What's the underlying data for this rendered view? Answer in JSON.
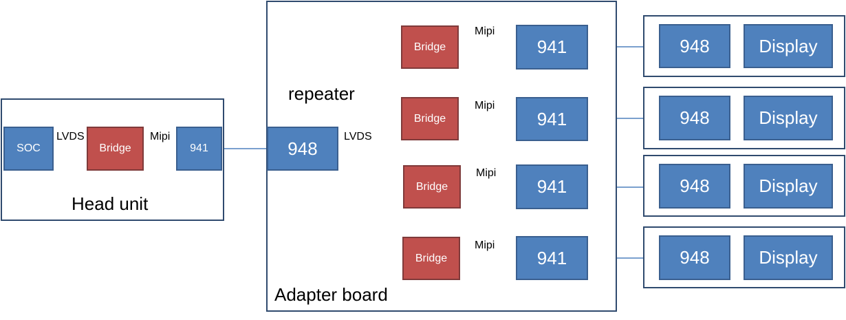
{
  "head_unit": {
    "title": "Head unit",
    "soc": "SOC",
    "link1": "LVDS",
    "bridge": "Bridge",
    "link2": "Mipi",
    "serializer": "941"
  },
  "adapter_board": {
    "title": "Adapter board",
    "repeater_label": "repeater",
    "deserializer": "948",
    "link": "LVDS",
    "channels": [
      {
        "bridge": "Bridge",
        "link": "Mipi",
        "serializer": "941"
      },
      {
        "bridge": "Bridge",
        "link": "Mipi",
        "serializer": "941"
      },
      {
        "bridge": "Bridge",
        "link": "Mipi",
        "serializer": "941"
      },
      {
        "bridge": "Bridge",
        "link": "Mipi",
        "serializer": "941"
      }
    ]
  },
  "displays": [
    {
      "deserializer": "948",
      "display": "Display"
    },
    {
      "deserializer": "948",
      "display": "Display"
    },
    {
      "deserializer": "948",
      "display": "Display"
    },
    {
      "deserializer": "948",
      "display": "Display"
    }
  ]
}
